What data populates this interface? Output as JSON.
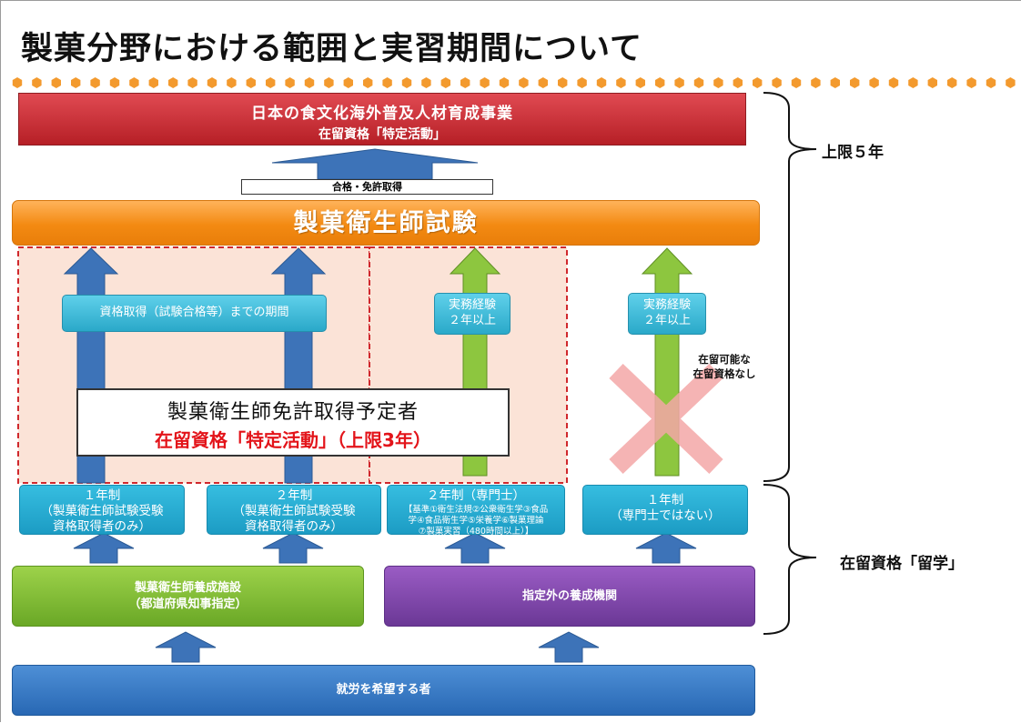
{
  "title": "製菓分野における範囲と実習期間について",
  "top_box": {
    "line1": "日本の食文化海外普及人材育成事業",
    "line2": "在留資格「特定活動」"
  },
  "cert_label": "合格・免許取得",
  "exam": "製菓衛生師試験",
  "period_label": "資格取得（試験合格等）までの期間",
  "work_experience": {
    "line1": "実務経験",
    "line2": "２年以上"
  },
  "license_box": {
    "line1": "製菓衛生師免許取得予定者",
    "line2": "在留資格「特定活動」（上限3年）"
  },
  "no_status": {
    "line1": "在留可能な",
    "line2": "在留資格なし"
  },
  "courses": [
    {
      "head": "１年制",
      "line1": "（製菓衛生師試験受験",
      "line2": "資格取得者のみ）"
    },
    {
      "head": "２年制",
      "line1": "（製菓衛生師試験受験",
      "line2": "資格取得者のみ）"
    },
    {
      "head": "２年制（専門士）",
      "line1": "【基準①衛生法規②公衆衛生学③食品",
      "line2": "学④食品衛生学⑤栄養学⑥製菓理論",
      "line3": "⑦製菓実習（480時間以上）】"
    },
    {
      "head": "１年制",
      "line1": "（専門士ではない）"
    }
  ],
  "facility_designated": {
    "line1": "製菓衛生師養成施設",
    "line2": "（都道府県知事指定）"
  },
  "facility_other": "指定外の養成機関",
  "base": "就労を希望する者",
  "side_labels": {
    "upper": "上限５年",
    "student": "在留資格「留学」"
  },
  "colors": {
    "top_red": "#c9282f",
    "exam_orange": "#f39a2e",
    "region_fill": "#fbe3d7",
    "dashed_red": "#d0282d",
    "arrow_blue": "#3d73b8",
    "arrow_green": "#8dc63f",
    "teal": "#2aa9c9",
    "green_box": "#7fbf33",
    "purple_box": "#7d45ac",
    "blue_box": "#3479c4",
    "license_red": "#e3141a",
    "cross_pink": "#f4a7a7"
  }
}
